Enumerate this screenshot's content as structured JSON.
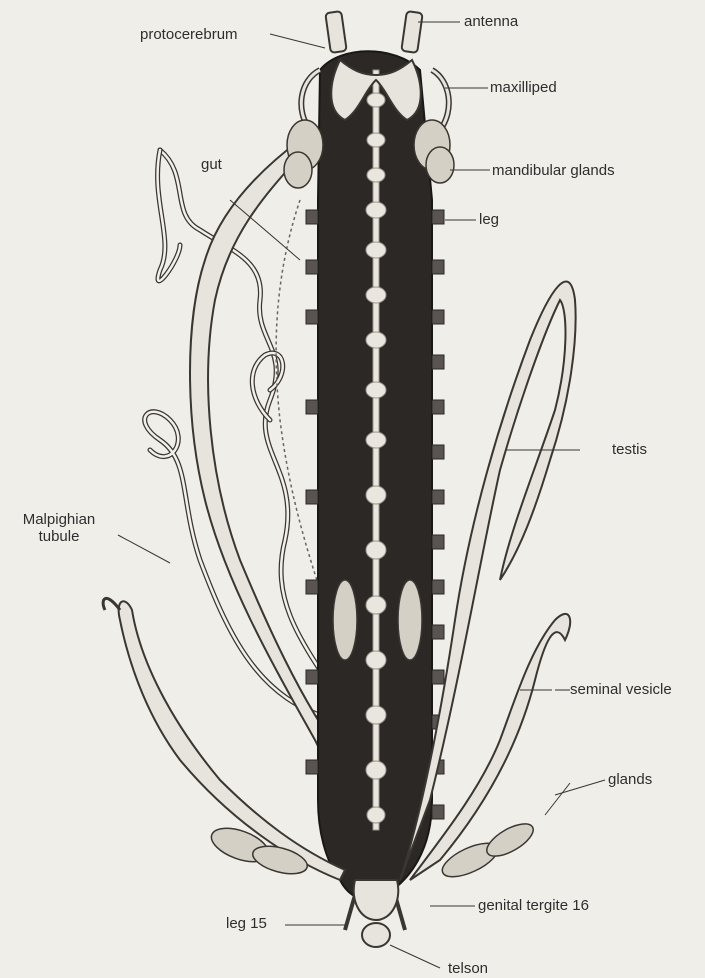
{
  "diagram": {
    "labels": {
      "protocerebrum": "protocerebrum",
      "antenna": "antenna",
      "maxilliped": "maxilliped",
      "gut": "gut",
      "mandibular_glands": "mandibular glands",
      "leg": "leg",
      "testis": "testis",
      "malpighian_line1": "Malpighian",
      "malpighian_line2": "tubule",
      "seminal_vesicle": "seminal vesicle",
      "glands": "glands",
      "genital_tergite": "genital tergite 16",
      "leg15": "leg 15",
      "telson": "telson"
    },
    "colors": {
      "background": "#efeee9",
      "body_fill": "#2b2826",
      "organ_fill": "#e6e4dc",
      "outline": "#3a3632",
      "label_text": "#2e2e2e"
    }
  }
}
